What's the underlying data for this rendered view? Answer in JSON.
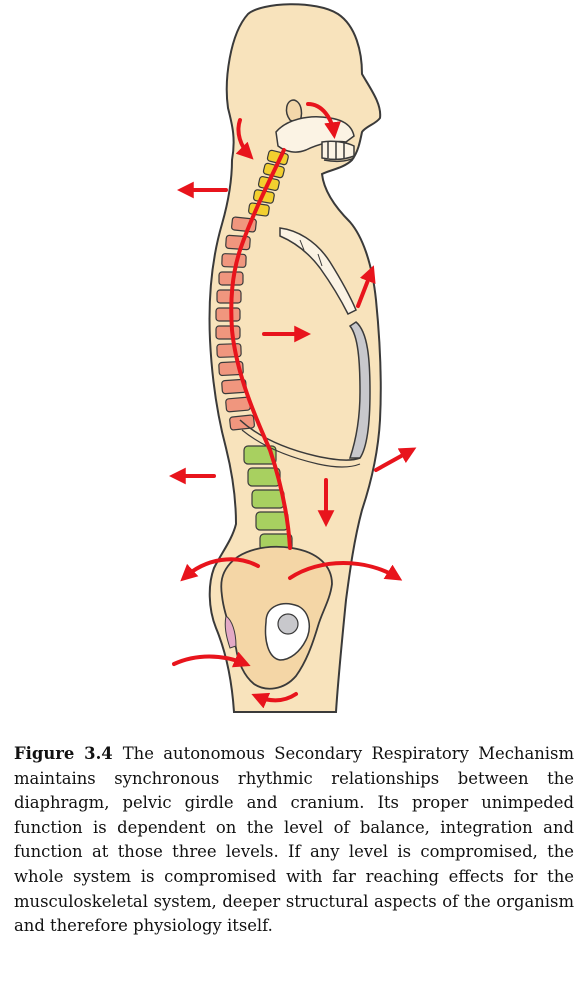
{
  "figure": {
    "label": "Figure 3.4",
    "caption": "The autonomous Secondary Respiratory Mechanism maintains synchronous rhythmic relation­ships between the diaphragm, pelvic girdle and cranium. Its proper unimpeded function is dependent on the level of balance, integration and function at those three levels. If any level is compromised, the whole system is compro­mised with far reaching effects for the musculoskeletal system, deeper structural aspects of the organism and therefore physiology itself."
  },
  "colors": {
    "skin": "#f8e3bc",
    "outline": "#3a3a3a",
    "arrow": "#e8141c",
    "cervical": "#f2cf2f",
    "thoracic": "#f0967e",
    "lumbar": "#a8d060",
    "diaphragm": "#c8c8cc",
    "bone": "#fbf3e4",
    "sacrum_accent": "#e3a9c6"
  },
  "icons": [
    "human-torso-side-view",
    "skull",
    "spine",
    "rib-cage",
    "pelvis",
    "motion-arrow"
  ]
}
